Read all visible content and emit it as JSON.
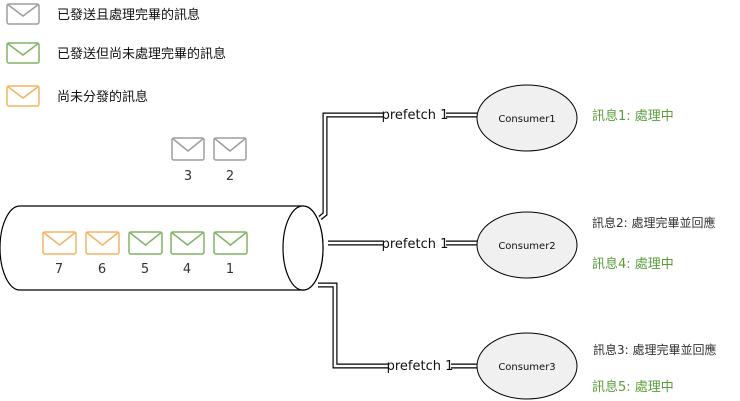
{
  "legend": {
    "processed": "已發送且處理完畢的訊息",
    "in_progress": "已發送但尚未處理完畢的訊息",
    "pending": "尚未分發的訊息"
  },
  "top_messages": [
    "3",
    "2"
  ],
  "queue_messages": [
    "7",
    "6",
    "5",
    "4",
    "1"
  ],
  "prefetch": {
    "c1": "prefetch 1",
    "c2": "prefetch 1",
    "c3": "prefetch 1"
  },
  "consumers": {
    "c1": {
      "name": "Consumer1",
      "status": [
        "訊息1: 處理中"
      ]
    },
    "c2": {
      "name": "Consumer2",
      "status": [
        "訊息2: 處理完畢並回應",
        "訊息4: 處理中"
      ]
    },
    "c3": {
      "name": "Consumer3",
      "status": [
        "訊息3: 處理完畢並回應",
        "訊息5: 處理中"
      ]
    }
  },
  "colors": {
    "gray": "#9e9e9e",
    "green": "#82b366",
    "orange": "#f5b461",
    "green_text": "#5a9e3a",
    "dark_text": "#333333",
    "stroke": "#000000",
    "consumer_fill": "#f0f0f0"
  }
}
